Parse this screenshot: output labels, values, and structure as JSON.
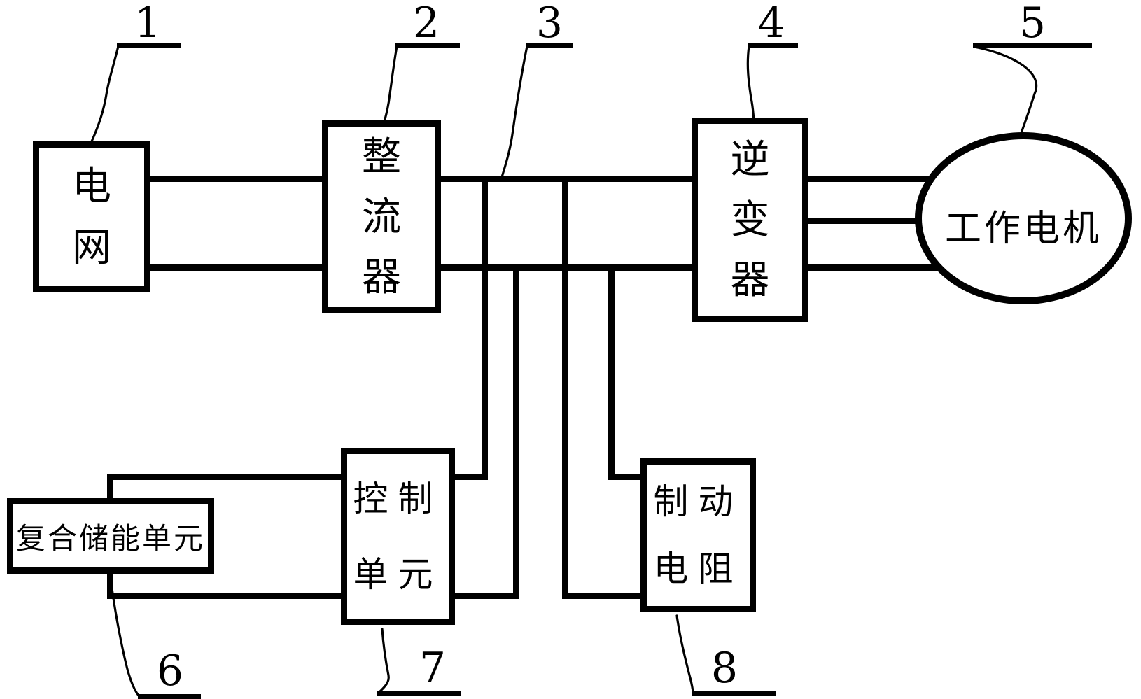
{
  "figure": {
    "background_color": "#ffffff",
    "ink_color": "#000000",
    "type": "block-diagram"
  },
  "blocks": {
    "grid": {
      "label": "电网"
    },
    "rectifier": {
      "label": "整流器"
    },
    "inverter": {
      "label": "逆变器"
    },
    "motor": {
      "label": "工作电机"
    },
    "storage": {
      "label": "复合储能单元"
    },
    "control": {
      "label": "控制单元"
    },
    "brake": {
      "label": "制动电阻"
    }
  },
  "callouts": [
    {
      "number": "1"
    },
    {
      "number": "2"
    },
    {
      "number": "3"
    },
    {
      "number": "4"
    },
    {
      "number": "5"
    },
    {
      "number": "6"
    },
    {
      "number": "7"
    },
    {
      "number": "8"
    }
  ]
}
